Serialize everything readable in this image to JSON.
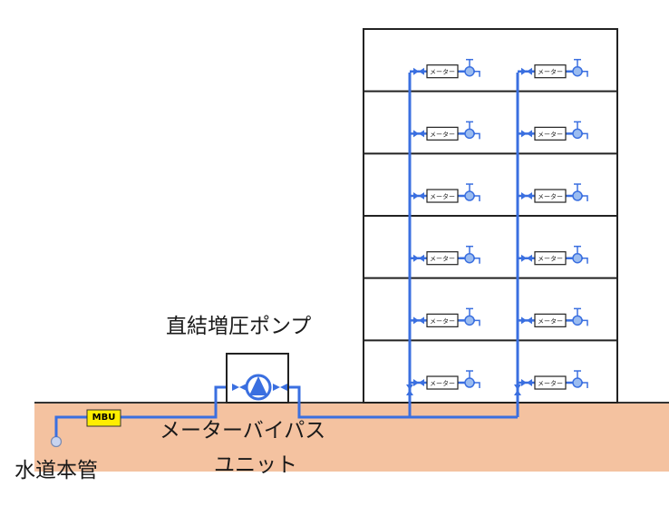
{
  "labels": {
    "pump": "直結増圧ポンプ",
    "bypass_line1": "メーターバイパス",
    "bypass_line2": "ユニット",
    "water_main": "水道本管",
    "mbu": "MBU",
    "meter": "メーター"
  },
  "building": {
    "floors": 6,
    "units_per_floor": 2
  },
  "colors": {
    "pipe": "#3a6fe0",
    "ground": "#f4c2a0",
    "outline": "#222222",
    "mbu_fill": "#ffee00",
    "valve_fill": "#9bbcf0"
  }
}
